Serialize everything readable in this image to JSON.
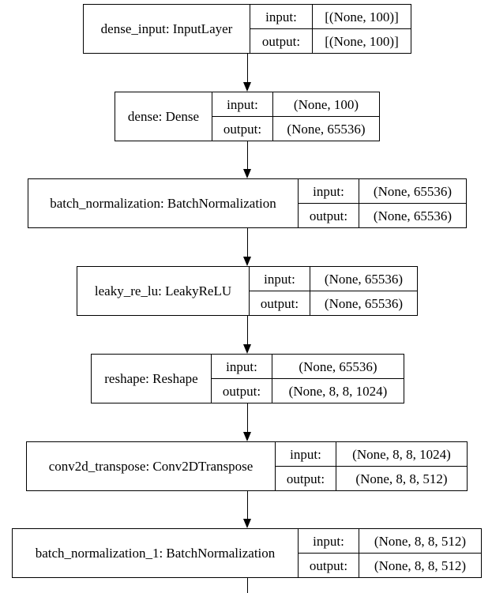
{
  "nodes": [
    {
      "name": "dense_input: InputLayer",
      "input_label": "input:",
      "output_label": "output:",
      "input": "[(None, 100)]",
      "output": "[(None, 100)]"
    },
    {
      "name": "dense: Dense",
      "input_label": "input:",
      "output_label": "output:",
      "input": "(None, 100)",
      "output": "(None, 65536)"
    },
    {
      "name": "batch_normalization: BatchNormalization",
      "input_label": "input:",
      "output_label": "output:",
      "input": "(None, 65536)",
      "output": "(None, 65536)"
    },
    {
      "name": "leaky_re_lu: LeakyReLU",
      "input_label": "input:",
      "output_label": "output:",
      "input": "(None, 65536)",
      "output": "(None, 65536)"
    },
    {
      "name": "reshape: Reshape",
      "input_label": "input:",
      "output_label": "output:",
      "input": "(None, 65536)",
      "output": "(None, 8, 8, 1024)"
    },
    {
      "name": "conv2d_transpose: Conv2DTranspose",
      "input_label": "input:",
      "output_label": "output:",
      "input": "(None, 8, 8, 1024)",
      "output": "(None, 8, 8, 512)"
    },
    {
      "name": "batch_normalization_1: BatchNormalization",
      "input_label": "input:",
      "output_label": "output:",
      "input": "(None, 8, 8, 512)",
      "output": "(None, 8, 8, 512)"
    }
  ]
}
